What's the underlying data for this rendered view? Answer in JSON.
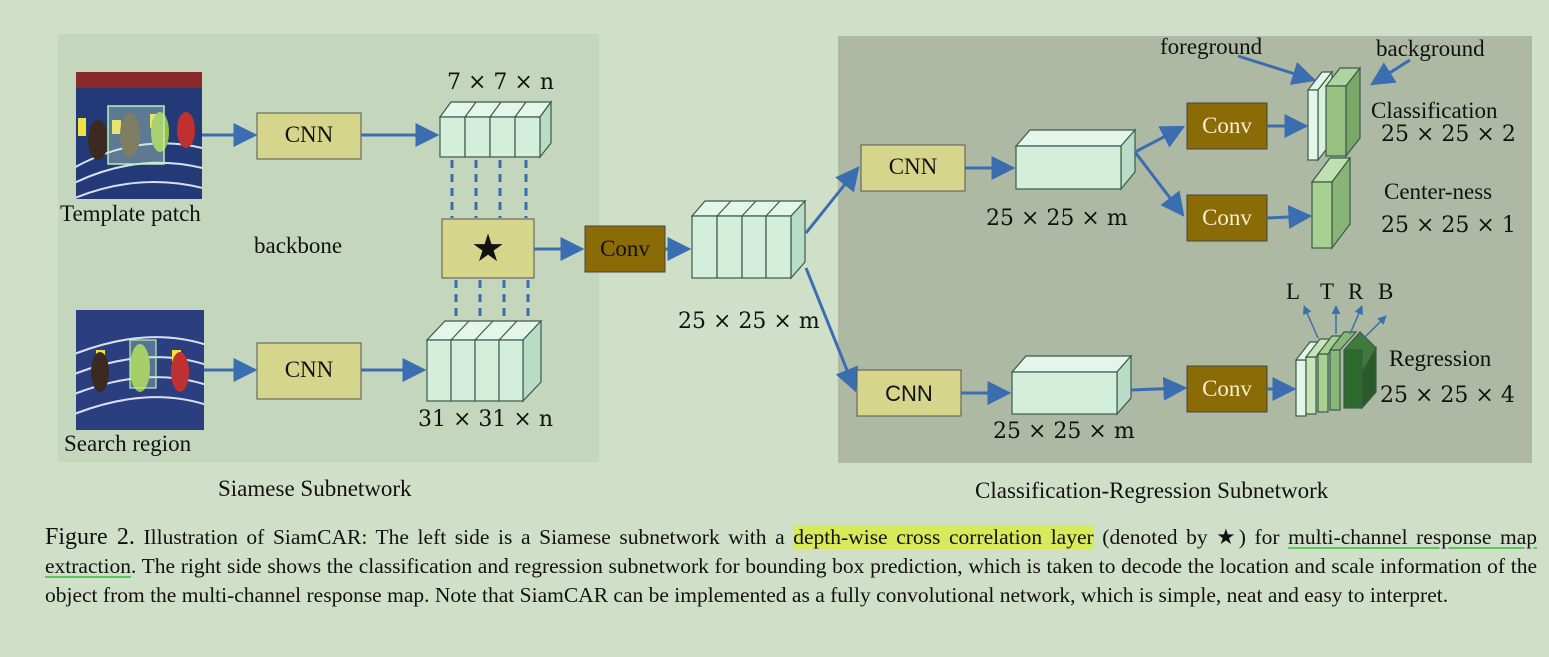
{
  "left_panel": {
    "template_label": "Template patch",
    "search_label": "Search region",
    "backbone_label": "backbone",
    "cnn_top": "CNN",
    "cnn_bottom": "CNN",
    "template_feature_dims": "7 × 7 × n",
    "search_feature_dims": "31 × 31 × n",
    "correlation_symbol": "★",
    "title": "Siamese Subnetwork"
  },
  "middle": {
    "conv_label": "Conv",
    "response_dims": "25 × 25 × m"
  },
  "right_panel": {
    "cnn_top": "CNN",
    "cnn_bottom": "CNN",
    "feature_dims_top": "25 × 25 × m",
    "feature_dims_bottom": "25 × 25 × m",
    "conv_cls": "Conv",
    "conv_cen": "Conv",
    "conv_reg": "Conv",
    "foreground": "foreground",
    "background": "background",
    "classification_label": "Classification",
    "classification_dims": "25 × 25 × 2",
    "centerness_label": "Center-ness",
    "centerness_dims": "25 × 25 × 1",
    "regression_label": "Regression",
    "regression_dims": "25 × 25 × 4",
    "ltrb": [
      "L",
      "T",
      "R",
      "B"
    ],
    "title": "Classification-Regression Subnetwork"
  },
  "caption": {
    "figure": "Figure 2.",
    "part1": " Illustration of SiamCAR: The left side is a Siamese subnetwork with a ",
    "highlight": "depth-wise cross correlation layer",
    "part2": " (denoted by ★) for ",
    "underline": "multi-channel response map extraction",
    "part3": ". The right side shows the classification and regression subnetwork for bounding box prediction, which is taken to decode the location and scale information of the object from the multi-channel response map. Note that SiamCAR can be implemented as a fully convolutional network, which is simple, neat and easy to interpret."
  },
  "colors": {
    "page_bg": "#d0e0c8",
    "left_panel_bg": "#c4d6bc",
    "right_panel_bg": "#aeb9a3",
    "cnn_box": "#d6d58c",
    "conv_box": "#8b6b06",
    "feature_face": "#d4eedc",
    "arrow": "#3a6eb0"
  }
}
